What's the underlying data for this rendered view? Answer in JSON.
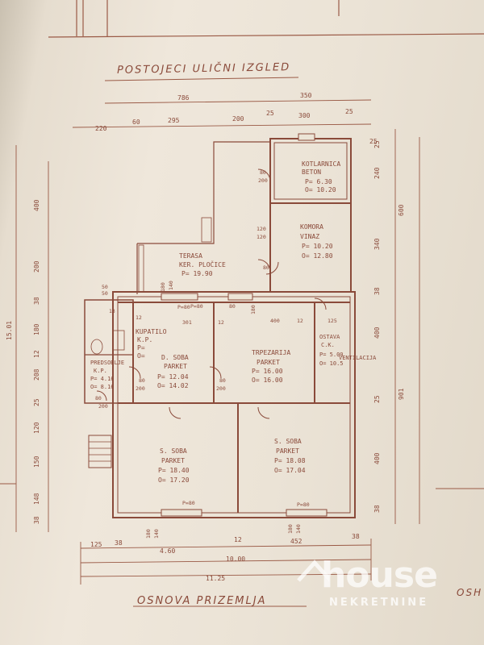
{
  "titles": {
    "street_view": "POSTOJECI ULIČNI IZGLED",
    "ground_plan": "OSNOVA PRIZEMLJA",
    "ground_plan_cut": "OSH"
  },
  "rooms": {
    "kotlarnica": [
      "KOTLARNICA",
      "BETON",
      "P= 6.30",
      "O= 10.20"
    ],
    "komora": [
      "KOMORA",
      "VINAZ",
      "P= 10.20",
      "O= 12.80"
    ],
    "terasa": [
      "TERASA",
      "KER. PLOČICE",
      "P= 19.90"
    ],
    "kupatilo": [
      "KUPATILO",
      "K.P.",
      "P=",
      "O="
    ],
    "predsoblje": [
      "PREDSOBLJE",
      "K.P.",
      "P= 4.16",
      "O= 8.16"
    ],
    "dsoba": [
      "D. SOBA",
      "PARKET",
      "P= 12.04",
      "O= 14.02"
    ],
    "trpezarija": [
      "TRPEZARIJA",
      "PARKET",
      "P= 16.00",
      "O= 16.00"
    ],
    "ostava": [
      "OSTAVA",
      "C.K.",
      "P= 5.00",
      "O= 10.5"
    ],
    "ssoba_left": [
      "S. SOBA",
      "PARKET",
      "P= 18.40",
      "O= 17.20"
    ],
    "ssoba_right": [
      "S. SOBA",
      "PARKET",
      "P= 18.08",
      "O= 17.04"
    ]
  },
  "labels": {
    "ventilacija": "VENTILACIJA"
  },
  "dims": {
    "top": [
      "786",
      "350",
      "220",
      "60",
      "295",
      "200",
      "25",
      "300",
      "25",
      "25"
    ],
    "left": [
      "400",
      "200",
      "38",
      "180",
      "12",
      "208",
      "25",
      "120",
      "150",
      "148",
      "38",
      "15.01"
    ],
    "right": [
      "25",
      "240",
      "600",
      "340",
      "38",
      "400",
      "901",
      "25",
      "400",
      "38"
    ],
    "bottom": [
      "125",
      "38",
      "4.60",
      "12",
      "452",
      "38",
      "10.00",
      "11.25"
    ],
    "openings": [
      "80",
      "200",
      "120",
      "120",
      "80",
      "180",
      "140",
      "P=80",
      "80",
      "180",
      "301",
      "12",
      "400",
      "12",
      "125",
      "80",
      "200",
      "80",
      "200",
      "80",
      "200",
      "180",
      "140",
      "P=80",
      "P=80",
      "180",
      "140",
      "P=80",
      "50",
      "50",
      "12",
      "13"
    ]
  },
  "watermark": {
    "logo": "house",
    "subtitle": "NEKRETNINE"
  },
  "colors": {
    "ink": "#8a4a3a",
    "paper": "#ece4d6"
  }
}
